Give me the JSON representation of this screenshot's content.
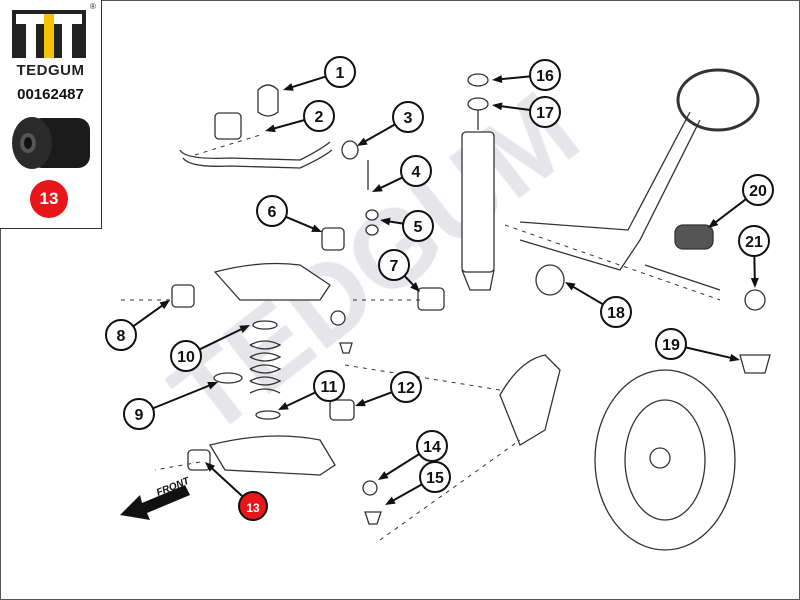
{
  "brand": {
    "name": "TEDGUM",
    "registered_mark": "®",
    "part_number": "00162487",
    "highlight_callout": "13"
  },
  "colors": {
    "accent_red": "#e8161b",
    "logo_yellow": "#f5c400",
    "line": "#333333",
    "watermark": "#e6e6ea"
  },
  "watermark": "TEDGUM",
  "front_label": "FRONT",
  "callouts": [
    {
      "label": "1"
    },
    {
      "label": "2"
    },
    {
      "label": "3"
    },
    {
      "label": "4"
    },
    {
      "label": "5"
    },
    {
      "label": "6"
    },
    {
      "label": "7"
    },
    {
      "label": "8"
    },
    {
      "label": "9"
    },
    {
      "label": "10"
    },
    {
      "label": "11"
    },
    {
      "label": "12"
    },
    {
      "label": "13"
    },
    {
      "label": "14"
    },
    {
      "label": "15"
    },
    {
      "label": "16"
    },
    {
      "label": "17"
    },
    {
      "label": "18"
    },
    {
      "label": "19"
    },
    {
      "label": "20"
    },
    {
      "label": "21"
    }
  ]
}
